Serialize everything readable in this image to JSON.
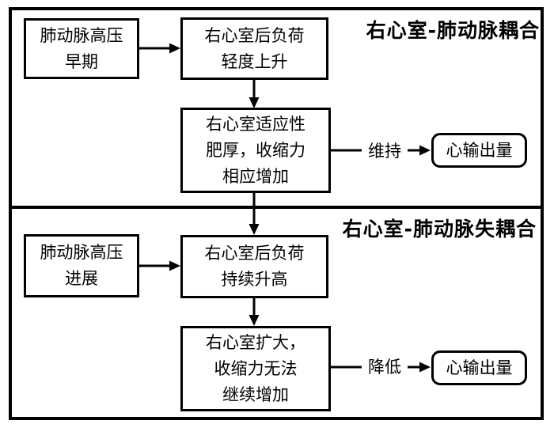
{
  "figure": {
    "background": "#ffffff",
    "line_color": "#000000"
  },
  "sections": [
    {
      "title": "右心室-肺动脉耦合",
      "trigger": "肺动脉高压\n早期",
      "afterload": "右心室后负荷\n轻度上升",
      "response": "右心室适应性\n肥厚，收缩力\n相应增加",
      "relation_label": "维持",
      "outcome": "心输出量"
    },
    {
      "title": "右心室-肺动脉失耦合",
      "trigger": "肺动脉高压\n进展",
      "afterload": "右心室后负荷\n持续升高",
      "response": "右心室扩大，\n收缩力无法\n继续增加",
      "relation_label": "降低",
      "outcome": "心输出量"
    }
  ]
}
